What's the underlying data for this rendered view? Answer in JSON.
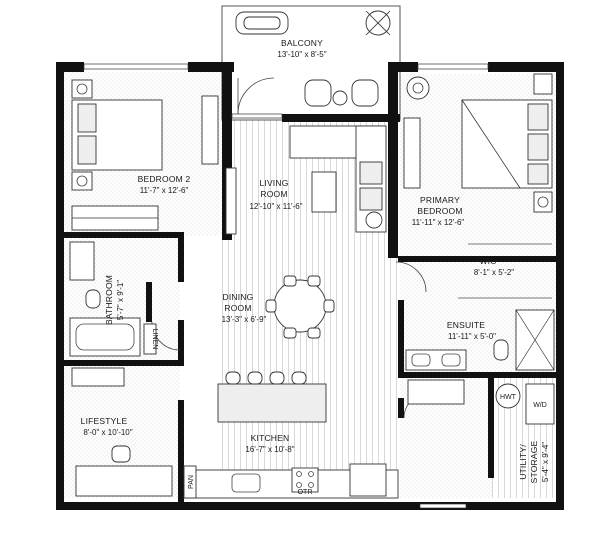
{
  "rooms": {
    "balcony": {
      "name": "BALCONY",
      "dim": "13'-10\" x 8'-5\""
    },
    "bedroom2": {
      "name": "BEDROOM 2",
      "dim": "11'-7\" x 12'-6\""
    },
    "living": {
      "name1": "LIVING",
      "name2": "ROOM",
      "dim": "12'-10\" x 11'-6\""
    },
    "primary": {
      "name1": "PRIMARY",
      "name2": "BEDROOM",
      "dim": "11'-11\" x 12'-6\""
    },
    "wic": {
      "name": "WIC",
      "dim": "8'-1\" x 5'-2\""
    },
    "bathroom": {
      "name": "BATHROOM",
      "dim": "5'-7\" x 9'-1\""
    },
    "dining": {
      "name1": "DINING",
      "name2": "ROOM",
      "dim": "13'-3\" x 6'-9\""
    },
    "ensuite": {
      "name": "ENSUITE",
      "dim": "11'-11\" x 5'-0\""
    },
    "lifestyle": {
      "name": "LIFESTYLE",
      "dim": "8'-0\" x 10'-10\""
    },
    "kitchen": {
      "name": "KITCHEN",
      "dim": "16'-7\" x 10'-8\""
    },
    "utility": {
      "name1": "UTILITY/",
      "name2": "STORAGE",
      "dim": "5'-4\" x 9'-4\""
    }
  },
  "labels": {
    "linen": "LINEN",
    "pan": "PAN",
    "otr": "OTR",
    "hwt": "HWT",
    "wd": "W/D"
  }
}
